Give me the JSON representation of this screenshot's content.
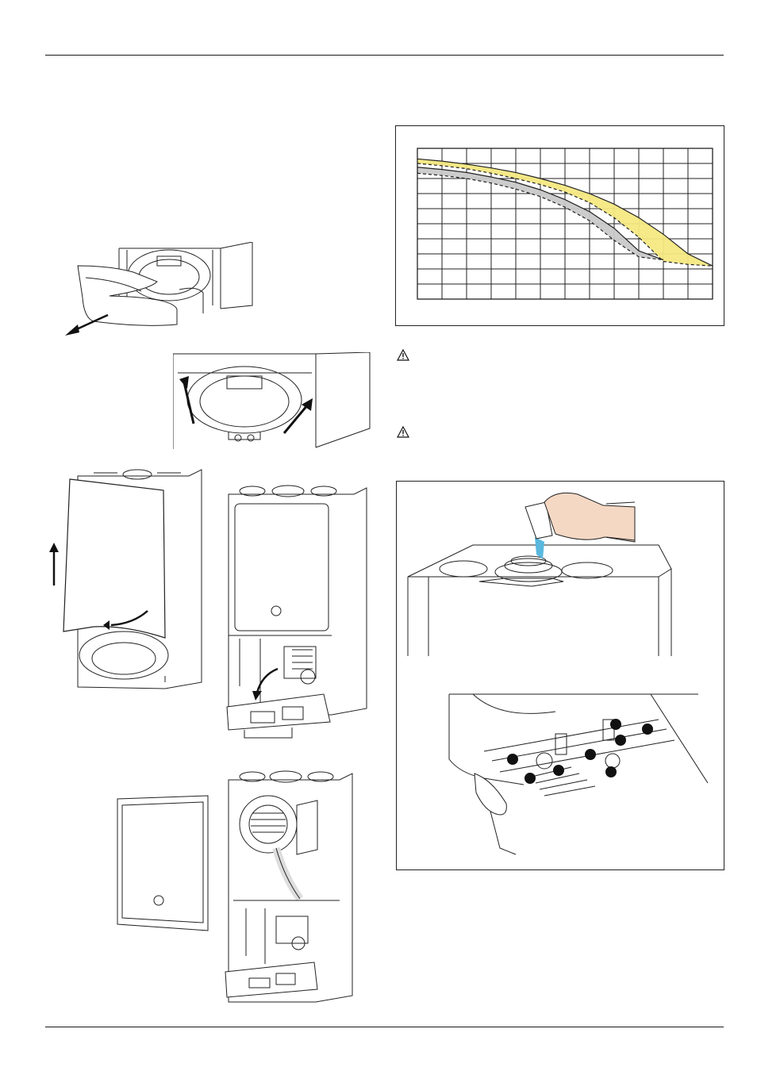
{
  "page": {
    "background": "#ffffff"
  },
  "chart_data": {
    "type": "area",
    "title": "",
    "xlabel": "",
    "ylabel": "",
    "grid": true,
    "x": [
      0,
      1,
      2,
      3,
      4,
      5,
      6,
      7,
      8,
      9,
      10,
      11,
      12
    ],
    "xlim": [
      0,
      12
    ],
    "ylim": [
      0,
      10
    ],
    "series": [
      {
        "color": "#f4e882",
        "upper": [
          9.3,
          9.15,
          8.95,
          8.7,
          8.4,
          8.0,
          7.55,
          7.0,
          6.3,
          5.4,
          4.3,
          3.0,
          2.2
        ],
        "lower": [
          9.0,
          8.85,
          8.65,
          8.35,
          8.0,
          7.6,
          7.1,
          6.4,
          5.4,
          4.1,
          2.5,
          2.3,
          2.2
        ]
      },
      {
        "color": "#c9c9c9",
        "upper": [
          8.75,
          8.6,
          8.4,
          8.1,
          7.75,
          7.25,
          6.6,
          5.8,
          4.7,
          3.2,
          2.6
        ],
        "lower": [
          8.35,
          8.2,
          8.0,
          7.7,
          7.3,
          6.8,
          6.1,
          5.2,
          3.9,
          2.8,
          2.6
        ]
      }
    ]
  },
  "figures": {
    "left_steps": [
      "front-panel-removal",
      "front-clips-release",
      "casing-lift-off",
      "control-panel-lowered",
      "sealed-chamber-cover-removed"
    ],
    "right_steps": [
      "condensate-trap-filling",
      "hydraulic-connections-bottom"
    ]
  },
  "icons": [
    "warning-icon",
    "warning-icon"
  ],
  "colors": {
    "line": "#1a1a1a",
    "yellow": "#f4e882",
    "grey": "#c9c9c9",
    "water": "#5ab8de",
    "hand": "#f5d8c4"
  }
}
